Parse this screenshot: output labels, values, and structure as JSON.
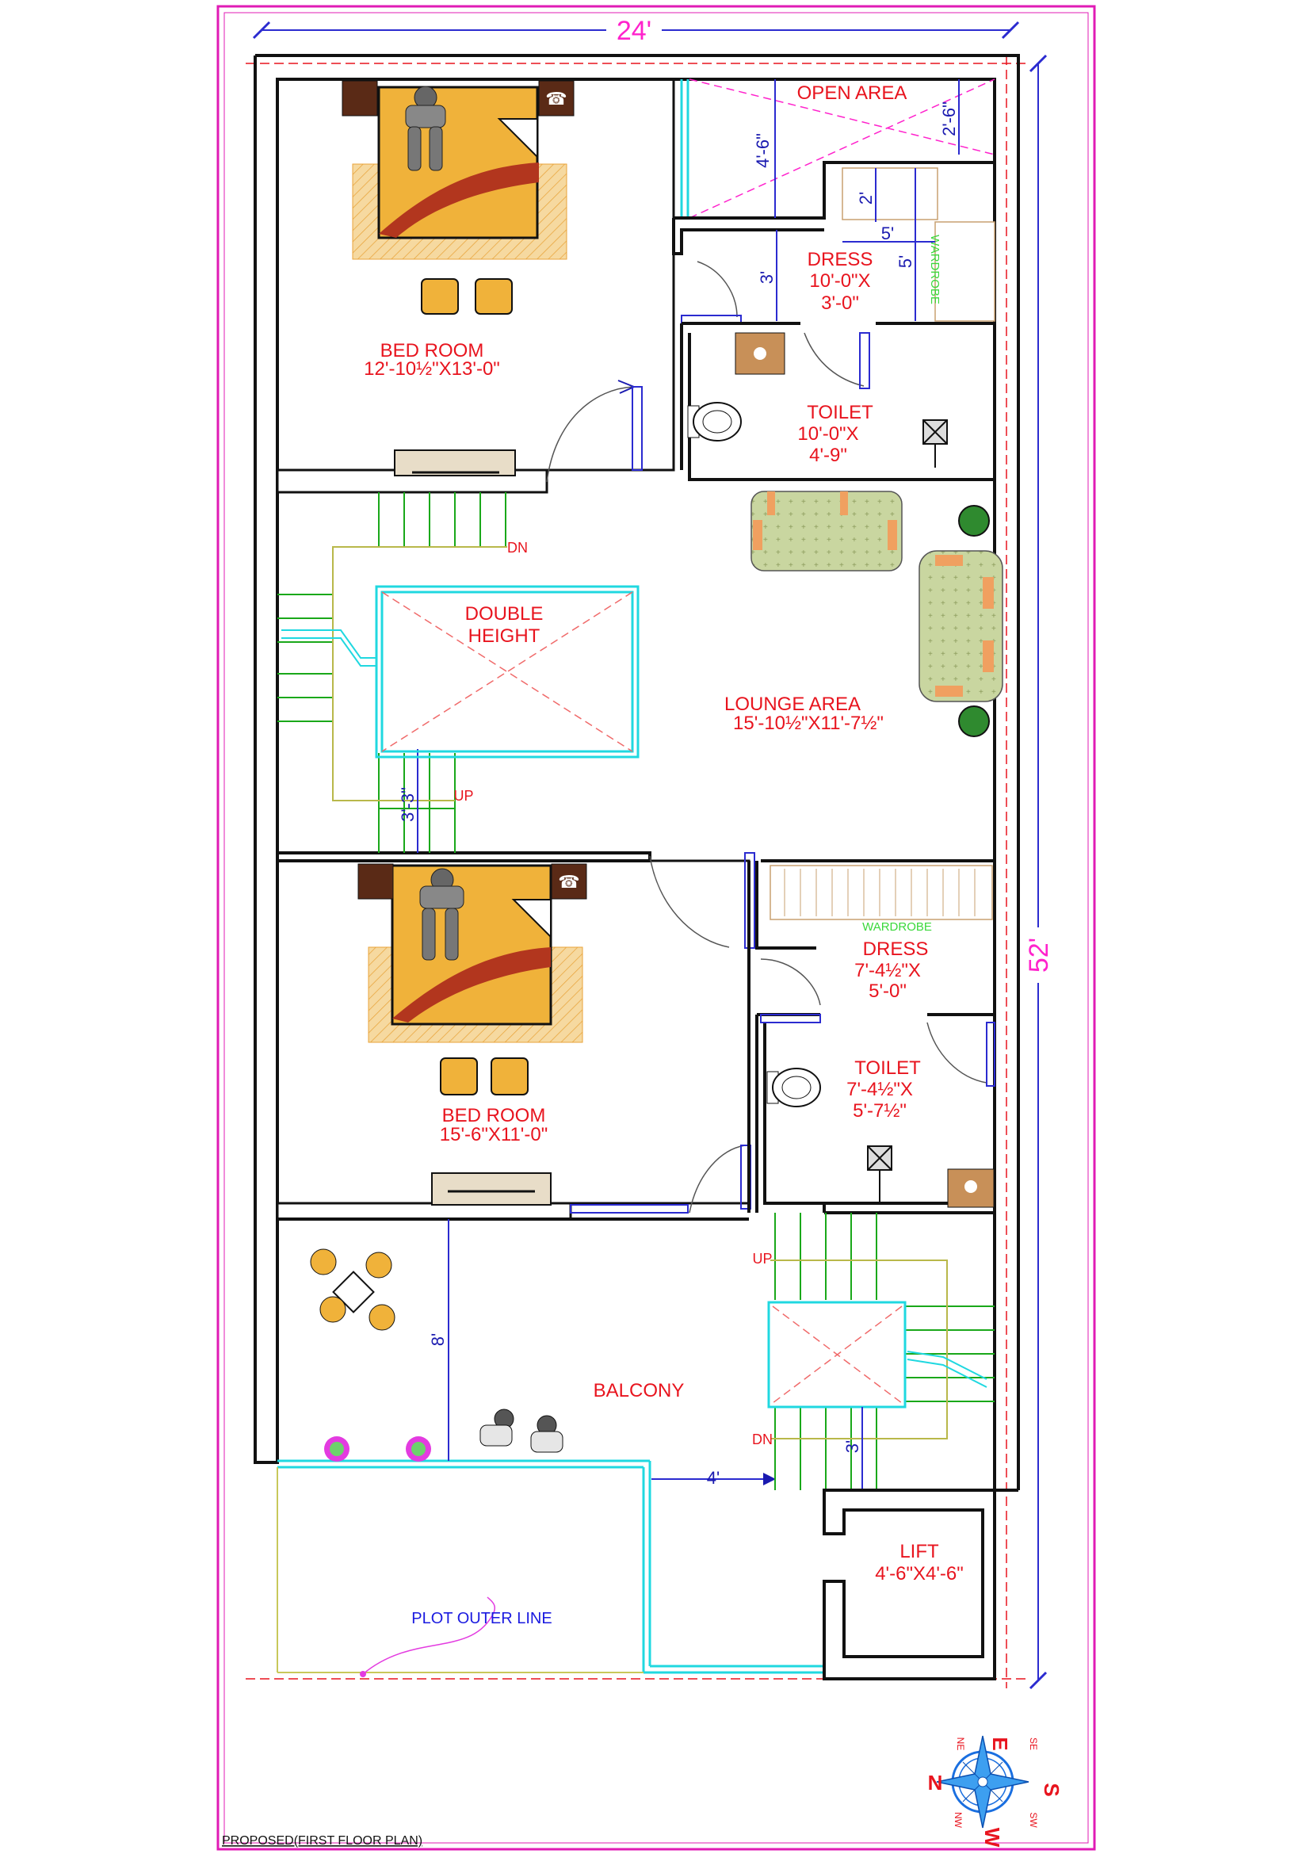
{
  "dimensions": {
    "width_label": "24'",
    "length_label": "52'"
  },
  "rooms": {
    "open_area": {
      "label": "OPEN  AREA"
    },
    "dress_top": {
      "name": "DRESS",
      "size1": "10'-0\"X",
      "size2": "3'-0\""
    },
    "wardrobe_top": {
      "label": "WARDROBE"
    },
    "bed1": {
      "name": "BED ROOM",
      "size": "12'-10½\"X13'-0\""
    },
    "toilet1": {
      "name": "TOILET",
      "size1": "10'-0\"X",
      "size2": "4'-9\""
    },
    "double_height": {
      "line1": "DOUBLE",
      "line2": "HEIGHT"
    },
    "lounge": {
      "name": "LOUNGE  AREA",
      "size": "15'-10½\"X11'-7½\""
    },
    "dress2": {
      "name": "DRESS",
      "size1": "7'-4½\"X",
      "size2": "5'-0\""
    },
    "wardrobe2": {
      "label": "WARDROBE"
    },
    "toilet2": {
      "name": "TOILET",
      "size1": "7'-4½\"X",
      "size2": "5'-7½\""
    },
    "bed2": {
      "name": "BED ROOM",
      "size": "15'-6\"X11'-0\""
    },
    "balcony": {
      "name": "BALCONY"
    },
    "lift": {
      "name": "LIFT",
      "size": "4'-6\"X4'-6\""
    }
  },
  "stairs": {
    "dn_label": "DN",
    "up_label": "UP",
    "dn2_label": "DN",
    "up2_label": "UP"
  },
  "dims": {
    "d_4_6": "4'-6\"",
    "d_2_6": "2'-6\"",
    "d_2": "2'",
    "d_5h": "5'",
    "d_5v": "5'",
    "d_3": "3'",
    "d_3_3": "3'-3\"",
    "d_8": "8'",
    "d_4": "4'",
    "d_3b": "3'"
  },
  "notes": {
    "plot_outer_line": "PLOT OUTER LINE",
    "plan_title": "PROPOSED(FIRST FLOOR PLAN)"
  },
  "compass": {
    "n": "N",
    "e": "E",
    "s": "S",
    "w": "W",
    "ne": "NE",
    "se": "SE",
    "sw": "SW",
    "nw": "NW"
  },
  "colors": {
    "border": "#e01bb5",
    "label_red": "#e8141e",
    "dim_blue": "#1a1ab0",
    "stair_green": "#1aa81a",
    "glass_cyan": "#20d8e0",
    "bed_orange": "#e8a33a"
  }
}
